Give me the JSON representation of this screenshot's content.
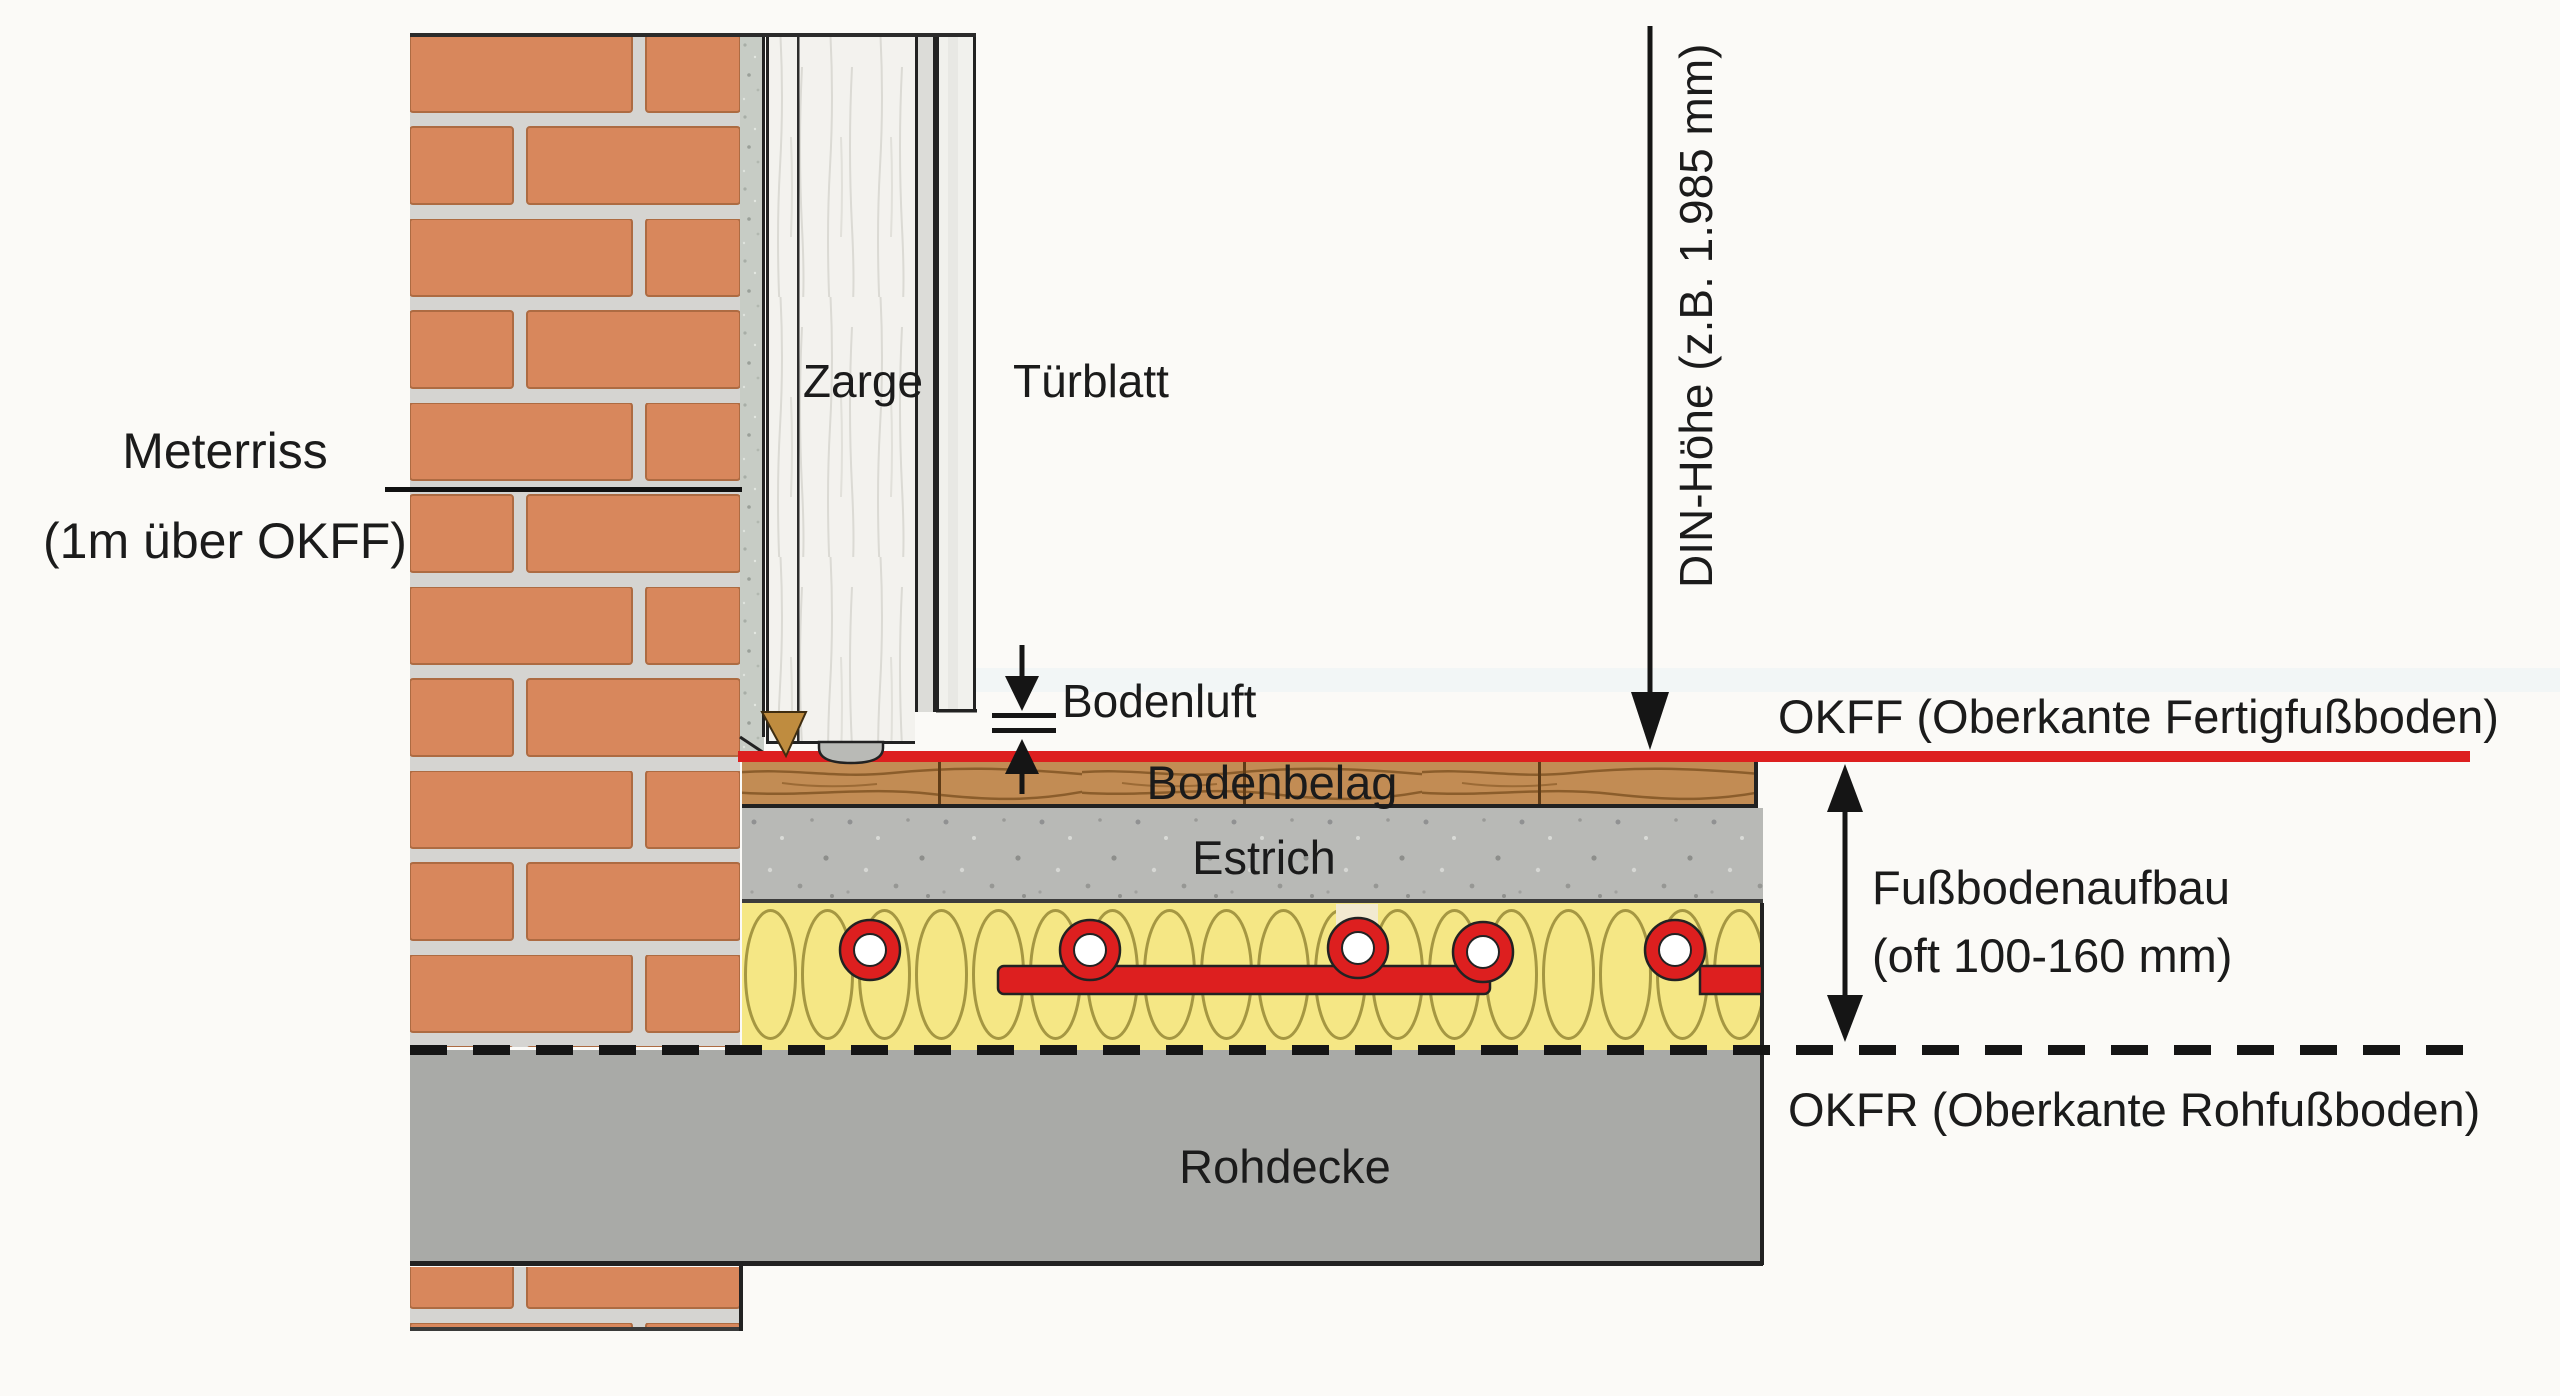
{
  "diagram": {
    "type": "construction-detail-door-floor-section",
    "labels": {
      "meterriss_1": "Meterriss",
      "meterriss_2": "(1m über OKFF)",
      "zarge": "Zarge",
      "tuerblatt": "Türblatt",
      "din_hoehe": "DIN-Höhe (z.B. 1.985 mm)",
      "bodenluft": "Bodenluft",
      "okff": "OKFF (Oberkante Fertigfußboden)",
      "bodenbelag": "Bodenbelag",
      "estrich": "Estrich",
      "fussbodenaufbau_1": "Fußbodenaufbau",
      "fussbodenaufbau_2": "(oft 100-160 mm)",
      "okfr": "OKFR (Oberkante Rohfußboden)",
      "rohdecke": "Rohdecke"
    },
    "dimensions": {
      "din_hoehe_beispiel": "1.985 mm",
      "fussbodenaufbau_bereich": "100-160 mm",
      "meterriss_hoehe": "1m über OKFF"
    },
    "colors": {
      "background": "#fbfaf7",
      "outline": "#1c1c1c",
      "brick": "#d8875c",
      "mortar": "#d5d4d1",
      "plaster": "#c7ccc5",
      "zarge_wood": "#f3f2ee",
      "tuerblatt": "#f1f1ed",
      "rebate_gray": "#dcdcd8",
      "floor_covering": "#c28c54",
      "screed": "#b8b9b6",
      "insulation": "#f5e785",
      "insulation_loops": "#a59742",
      "slab": "#a9aaa7",
      "accent_red": "#dd1f1f",
      "seal_gray": "#b9bab6",
      "wedge_brown": "#bf8c3f"
    }
  }
}
